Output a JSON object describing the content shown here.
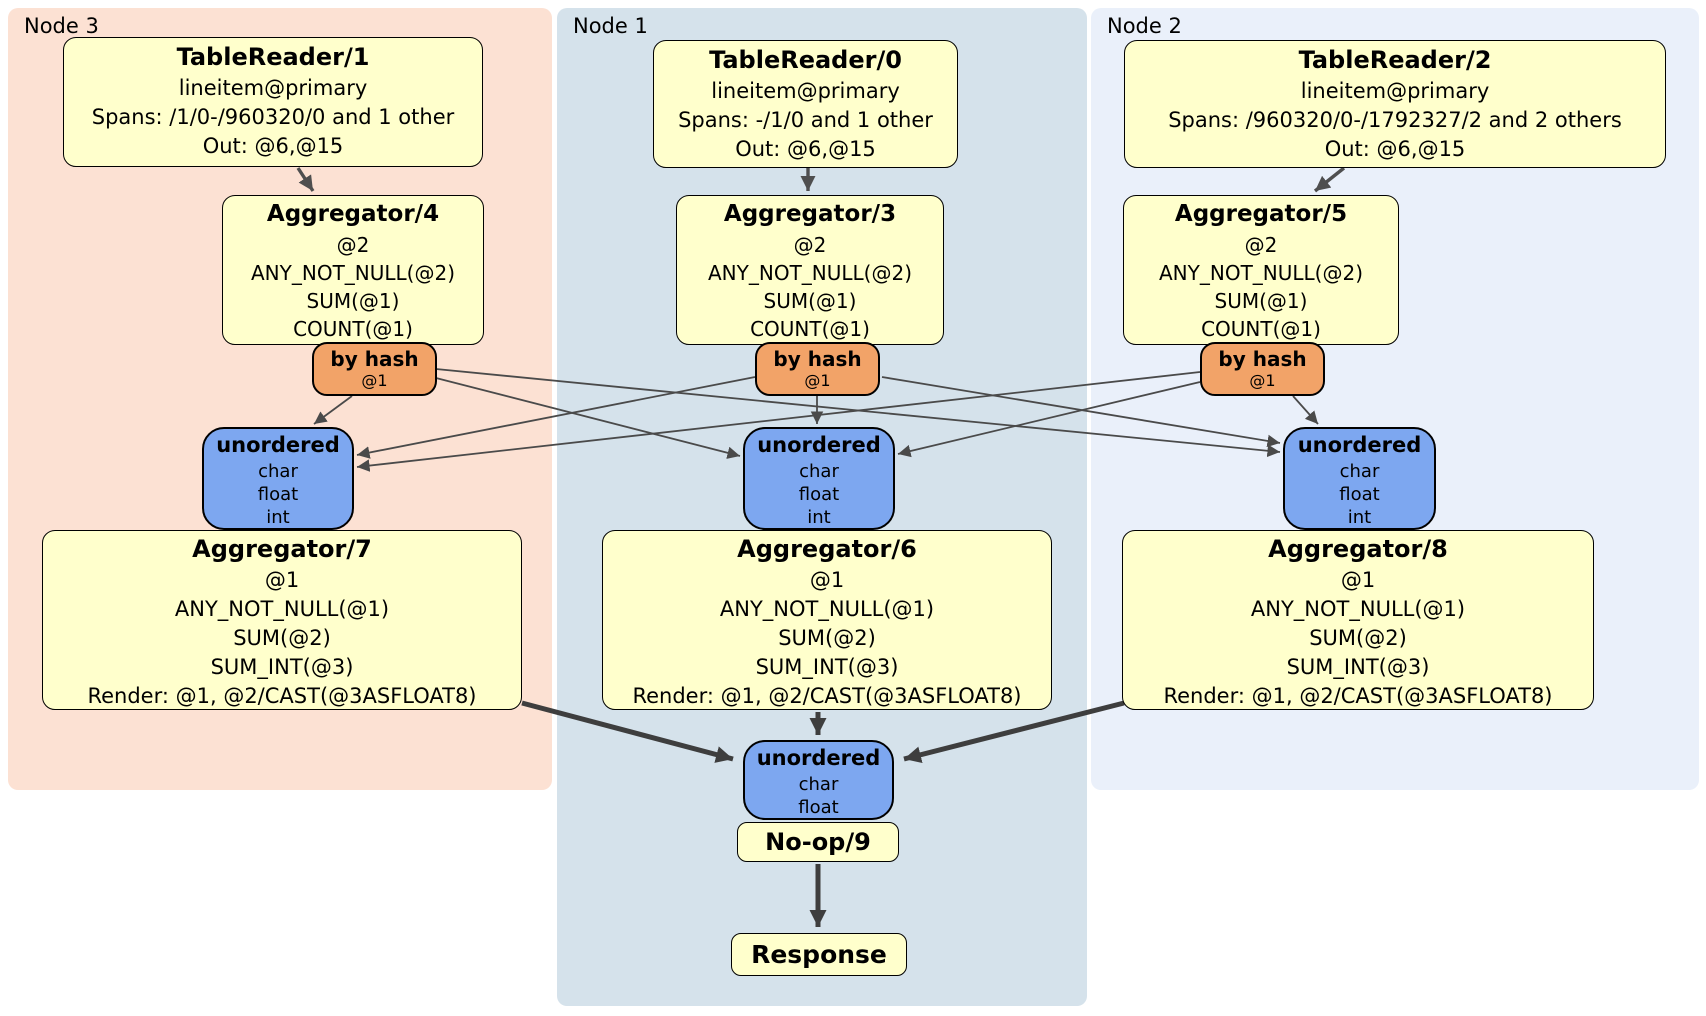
{
  "colors": {
    "node3_bg": "#fce1d3",
    "node1_bg": "#d5e2eb",
    "node2_bg": "#eaf0fa",
    "processor_fill": "#ffffcc",
    "router_fill": "#f2a368",
    "sync_fill": "#7da7f0",
    "edge_thin": "#4a4a4a",
    "edge_thick": "#3e3e3e",
    "border": "#000000"
  },
  "regions": {
    "node3": {
      "label": "Node 3"
    },
    "node1": {
      "label": "Node 1"
    },
    "node2": {
      "label": "Node 2"
    }
  },
  "boxes": {
    "tr1": {
      "title": "TableReader/1",
      "lines": [
        "lineitem@primary",
        "Spans: /1/0-/960320/0 and 1 other",
        "Out: @6,@15"
      ]
    },
    "tr0": {
      "title": "TableReader/0",
      "lines": [
        "lineitem@primary",
        "Spans: -/1/0 and 1 other",
        "Out: @6,@15"
      ]
    },
    "tr2": {
      "title": "TableReader/2",
      "lines": [
        "lineitem@primary",
        "Spans: /960320/0-/1792327/2 and 2 others",
        "Out: @6,@15"
      ]
    },
    "agg4": {
      "title": "Aggregator/4",
      "lines": [
        "@2",
        "ANY_NOT_NULL(@2)",
        "SUM(@1)",
        "COUNT(@1)"
      ]
    },
    "agg3": {
      "title": "Aggregator/3",
      "lines": [
        "@2",
        "ANY_NOT_NULL(@2)",
        "SUM(@1)",
        "COUNT(@1)"
      ]
    },
    "agg5": {
      "title": "Aggregator/5",
      "lines": [
        "@2",
        "ANY_NOT_NULL(@2)",
        "SUM(@1)",
        "COUNT(@1)"
      ]
    },
    "router3": {
      "title": "by hash",
      "sub": "@1"
    },
    "router1": {
      "title": "by hash",
      "sub": "@1"
    },
    "router2": {
      "title": "by hash",
      "sub": "@1"
    },
    "sync3": {
      "title": "unordered",
      "lines": [
        "char",
        "float",
        "int"
      ]
    },
    "sync1": {
      "title": "unordered",
      "lines": [
        "char",
        "float",
        "int"
      ]
    },
    "sync2": {
      "title": "unordered",
      "lines": [
        "char",
        "float",
        "int"
      ]
    },
    "agg7": {
      "title": "Aggregator/7",
      "lines": [
        "@1",
        "ANY_NOT_NULL(@1)",
        "SUM(@2)",
        "SUM_INT(@3)",
        "Render: @1, @2/CAST(@3ASFLOAT8)"
      ]
    },
    "agg6": {
      "title": "Aggregator/6",
      "lines": [
        "@1",
        "ANY_NOT_NULL(@1)",
        "SUM(@2)",
        "SUM_INT(@3)",
        "Render: @1, @2/CAST(@3ASFLOAT8)"
      ]
    },
    "agg8": {
      "title": "Aggregator/8",
      "lines": [
        "@1",
        "ANY_NOT_NULL(@1)",
        "SUM(@2)",
        "SUM_INT(@3)",
        "Render: @1, @2/CAST(@3ASFLOAT8)"
      ]
    },
    "sync_final": {
      "title": "unordered",
      "lines": [
        "char",
        "float"
      ]
    },
    "noop": {
      "title": "No-op/9"
    },
    "response": {
      "title": "Response"
    }
  }
}
